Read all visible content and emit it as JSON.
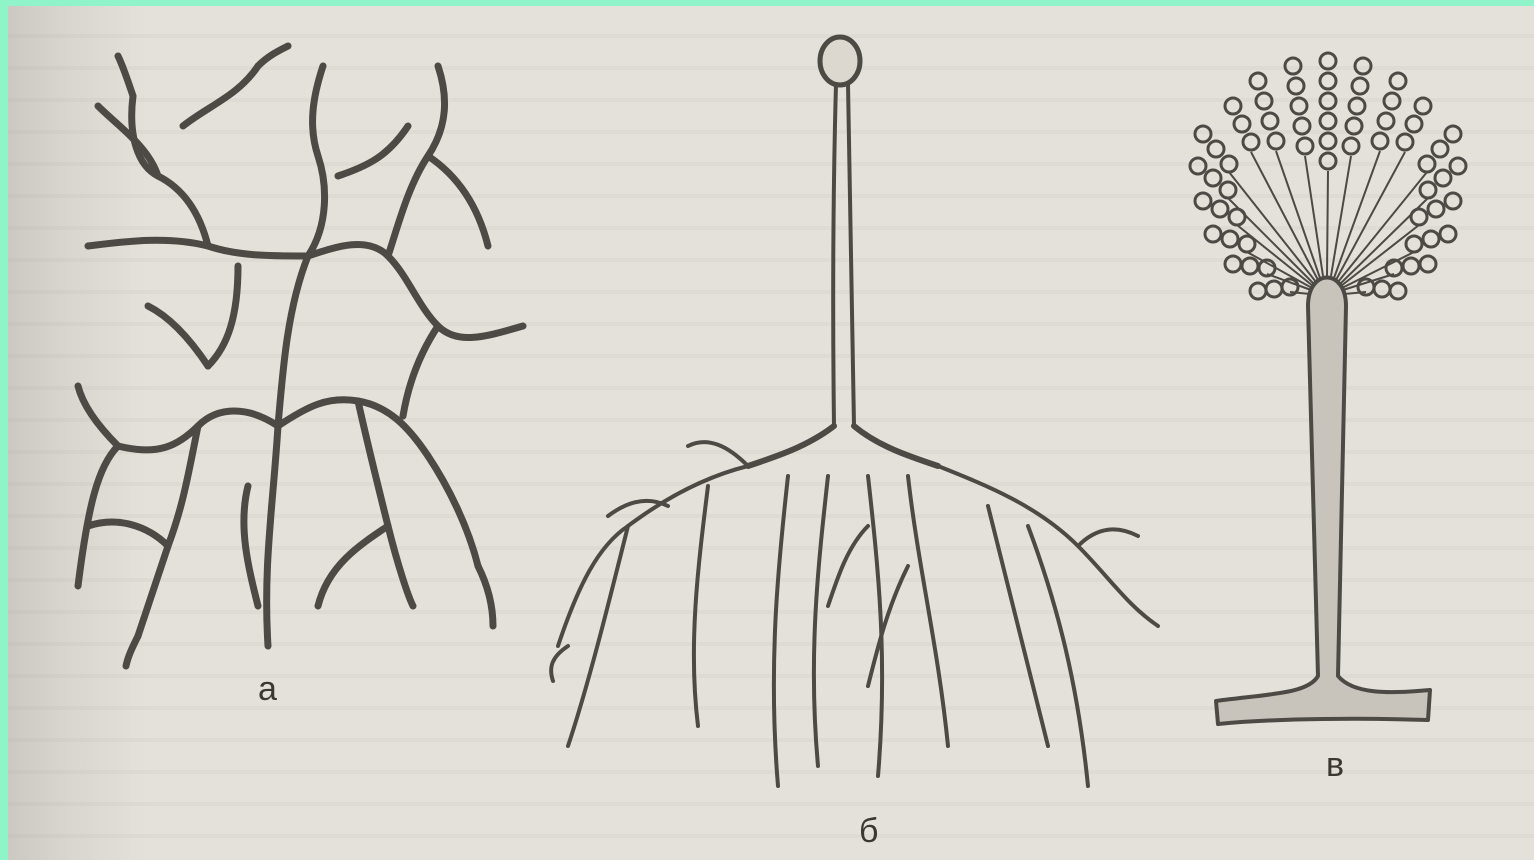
{
  "figure": {
    "parts": [
      {
        "id": "a",
        "label": "а"
      },
      {
        "id": "b",
        "label": "б"
      },
      {
        "id": "c",
        "label": "в"
      }
    ],
    "colors": {
      "border": "#8ff5c8",
      "paper": "#e4e1da",
      "ink": "#4a4642"
    }
  }
}
